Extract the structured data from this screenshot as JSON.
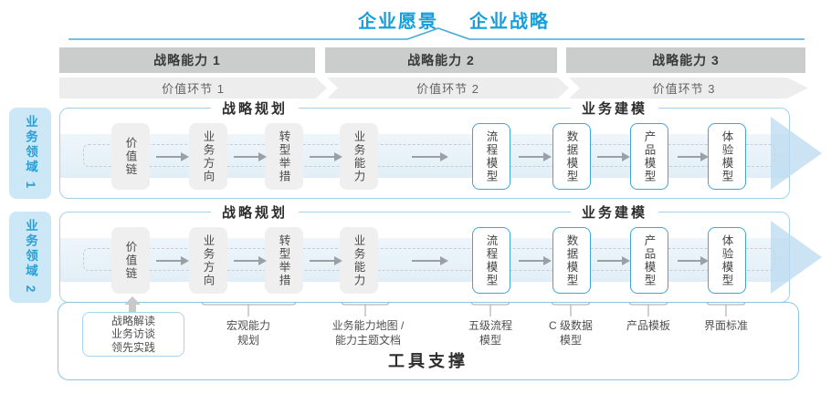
{
  "title": {
    "vision": "企业愿景",
    "strategy": "企业战略"
  },
  "capabilities": [
    "战略能力 1",
    "战略能力 2",
    "战略能力 3"
  ],
  "value_links": [
    "价值环节 1",
    "价值环节 2",
    "价值环节 3"
  ],
  "domains": [
    "业务领域 1",
    "业务领域 2"
  ],
  "sections": {
    "planning": "战略规划",
    "modeling": "业务建模"
  },
  "boxes": {
    "planning": [
      "价值链",
      "业务方向",
      "转型举措",
      "业务能力"
    ],
    "modeling": [
      "流程模型",
      "数据模型",
      "产品模型",
      "体验模型"
    ]
  },
  "annotations": {
    "practice_box": {
      "line1": "战略解读",
      "line2": "业务访谈",
      "line3": "领先实践"
    },
    "labels": [
      {
        "line1": "宏观能力",
        "line2": "规划"
      },
      {
        "line1": "业务能力地图 /",
        "line2": "能力主题文档"
      },
      {
        "line1": "五级流程",
        "line2": "模型"
      },
      {
        "line1": "C 级数据",
        "line2": "模型"
      },
      {
        "line1": "产品模板",
        "line2": ""
      },
      {
        "line1": "界面标准",
        "line2": ""
      }
    ]
  },
  "footer": {
    "tool_support": "工具支撑"
  },
  "colors": {
    "accent_blue": "#189ed9",
    "line_blue": "#45abdc",
    "container_border": "#a5d2e9",
    "blue_box_border": "#3fa6d5",
    "band_fill": "#e9f3fa",
    "capability_band": "#cbcdcd",
    "value_band": "#ededed",
    "domain_fill": "#cce8f6",
    "gray_box": "#efefef"
  }
}
